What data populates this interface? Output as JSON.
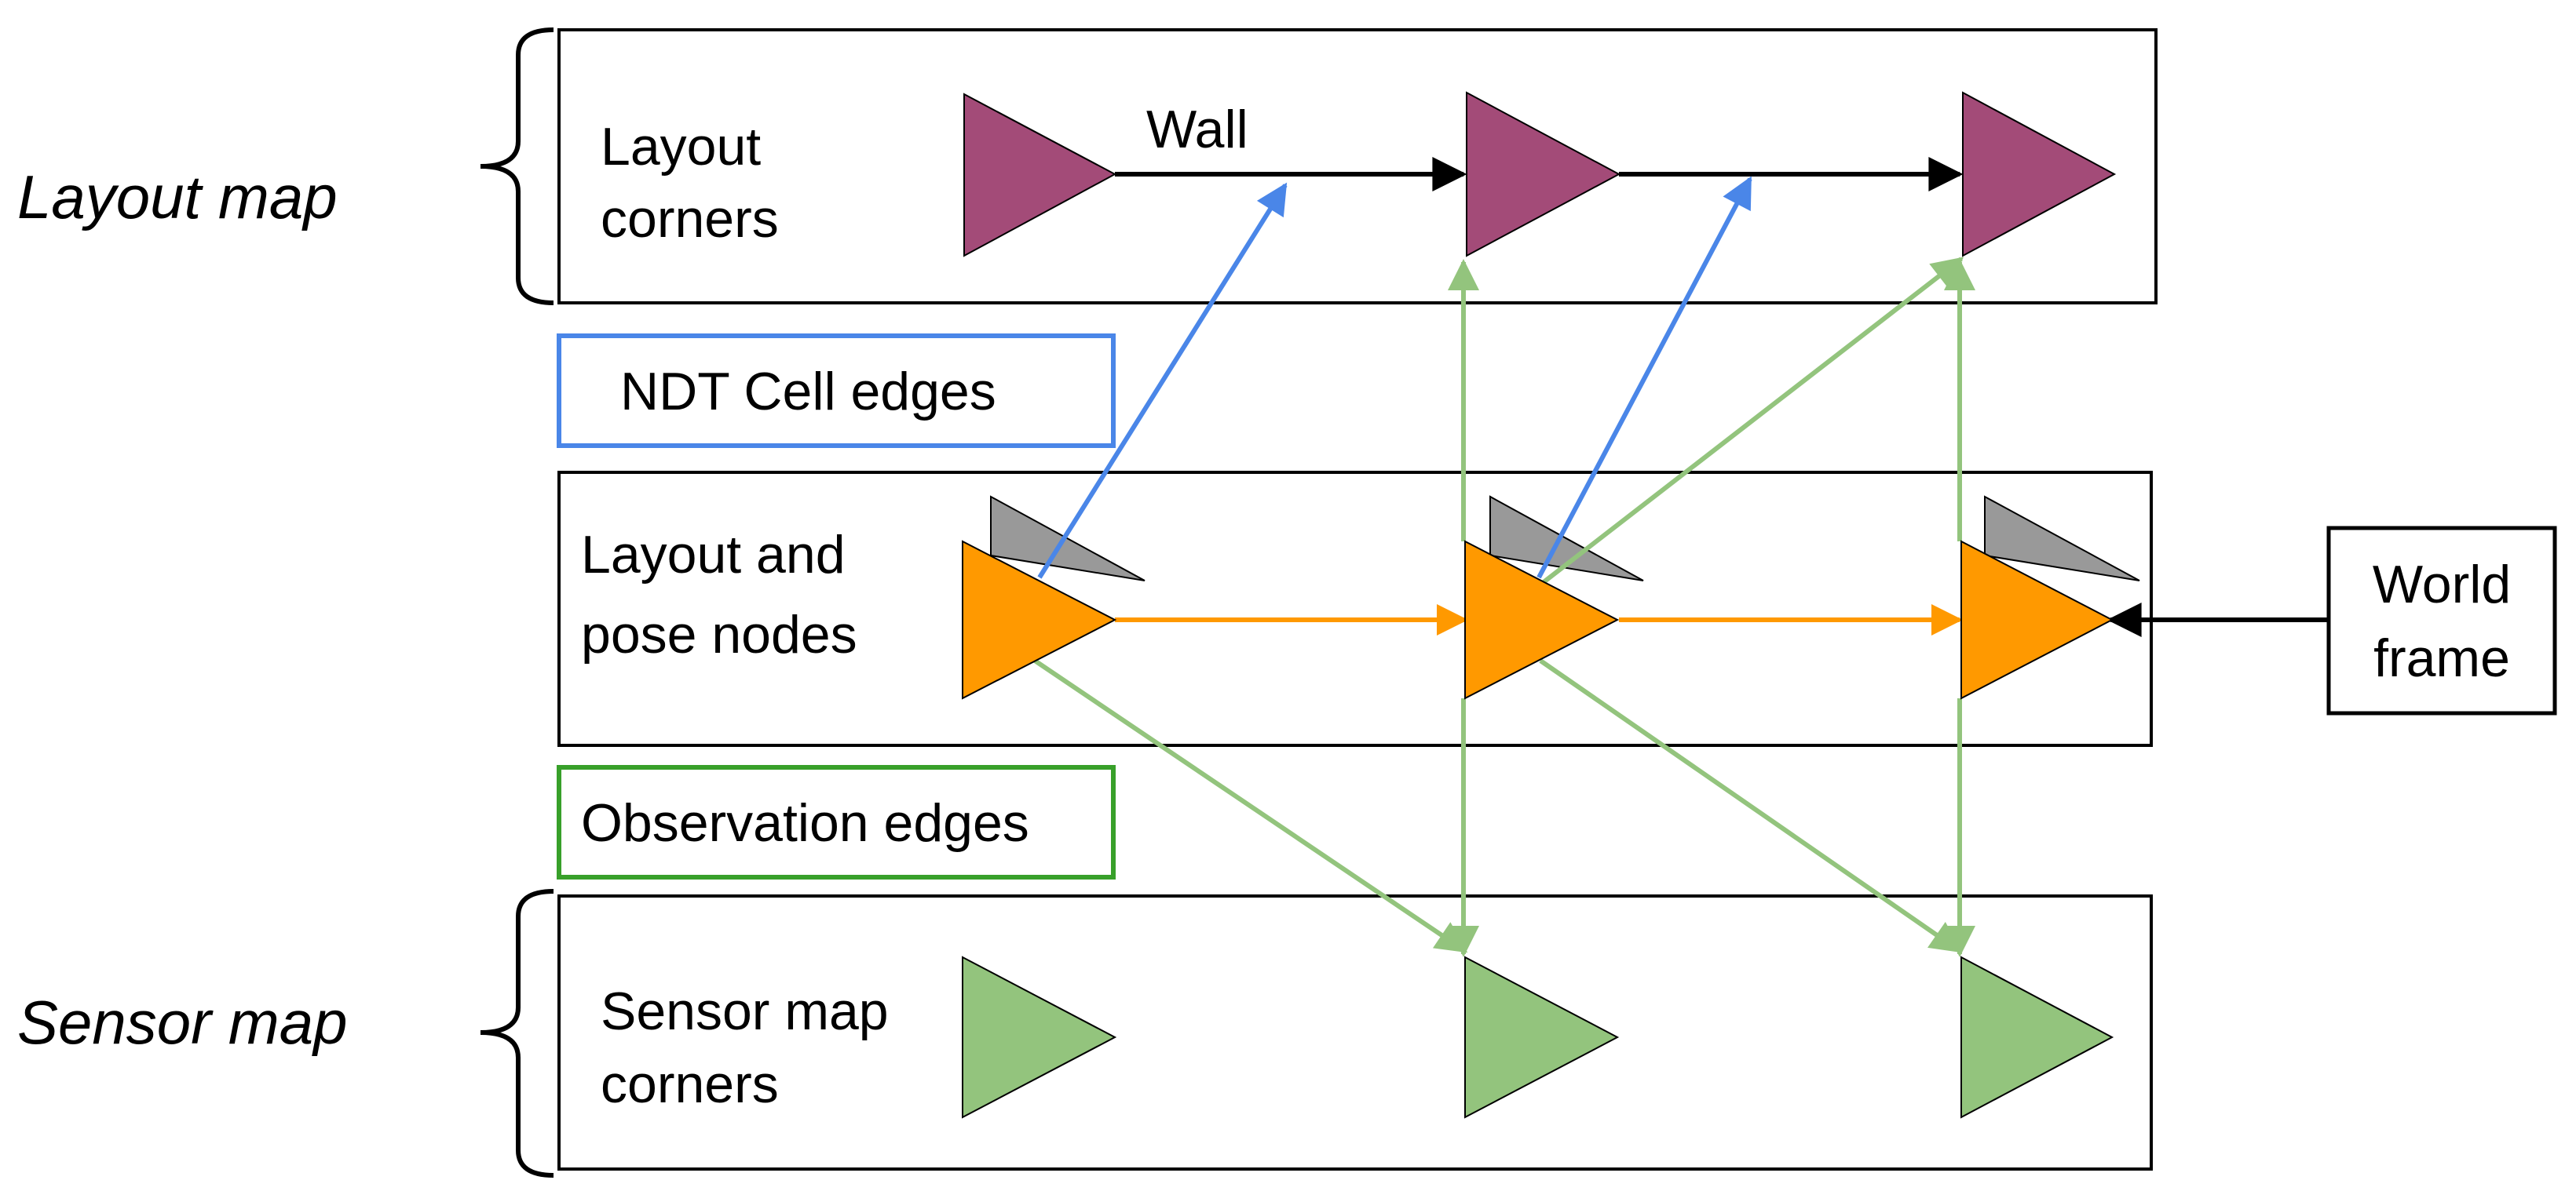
{
  "groups": {
    "layout_map": "Layout map",
    "sensor_map": "Sensor map"
  },
  "rows": {
    "layout_corners": [
      "Layout",
      "corners"
    ],
    "layout_pose_nodes": [
      "Layout and",
      "pose nodes"
    ],
    "sensor_map_corners": [
      "Sensor map",
      "corners"
    ]
  },
  "wall_label": "Wall",
  "legend": {
    "ndt": "NDT Cell edges",
    "observation": "Observation edges"
  },
  "world_frame": [
    "World",
    "frame"
  ],
  "colors": {
    "layout_corner": "#a34b78",
    "pose_node": "#ff9900",
    "pose_shadow": "#999999",
    "sensor_corner": "#93c47d",
    "ndt_edge": "#4a86e8",
    "observation_edge": "#93c47d",
    "observation_legend_border": "#38a02a",
    "odometry_edge": "#ff9900",
    "wall_edge": "#000000"
  }
}
